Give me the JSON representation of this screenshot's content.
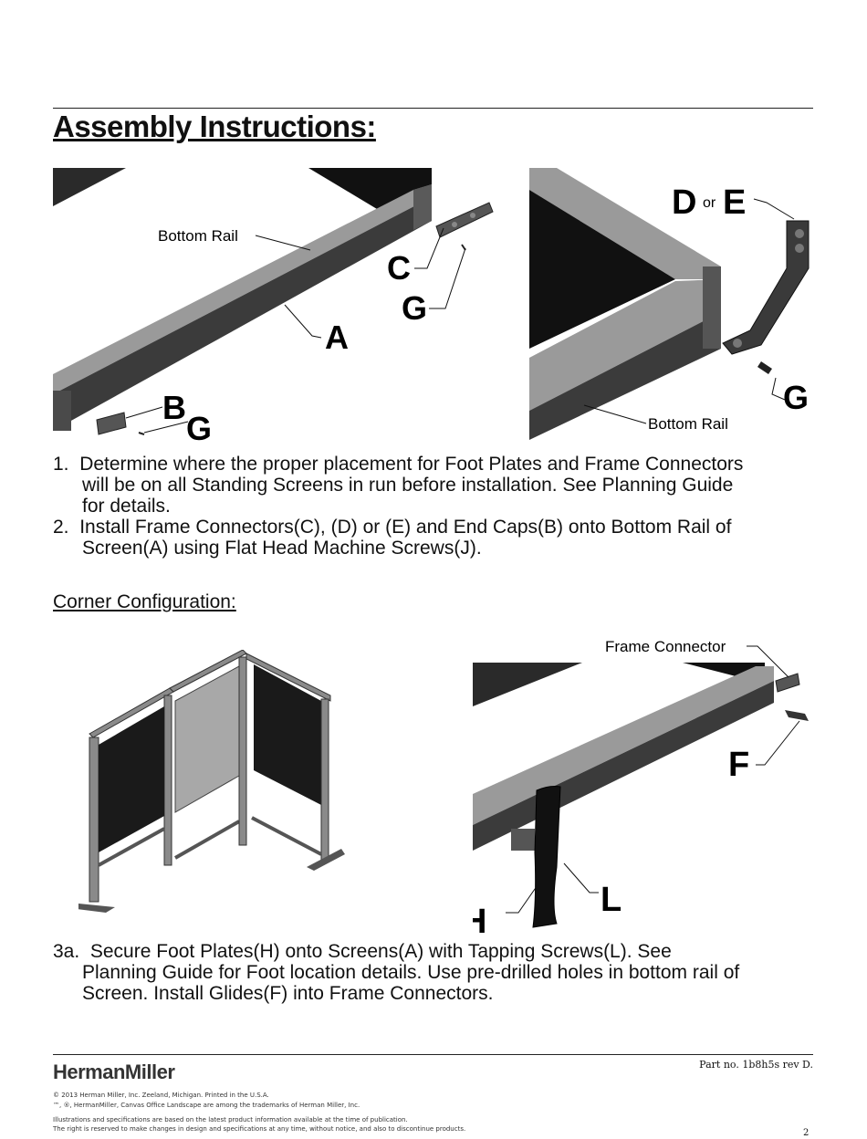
{
  "heading": "Assembly Instructions:",
  "figure1": {
    "labels": {
      "bottom_rail": "Bottom Rail",
      "a": "A",
      "b": "B",
      "c": "C",
      "g1": "G",
      "g2": "G"
    }
  },
  "figure2": {
    "labels": {
      "d": "D",
      "or": "or",
      "e": "E",
      "g": "G",
      "bottom_rail": "Bottom Rail"
    }
  },
  "steps": {
    "step1_num": "1.",
    "step1_line1": "Determine where the proper placement for Foot Plates and Frame Connectors",
    "step1_line2": "will be on all Standing Screens in run before installation.   See Planning Guide",
    "step1_line3": "for details.",
    "step2_num": "2.",
    "step2_line1": "Install Frame Connectors(C), (D) or (E) and End Caps(B) onto Bottom Rail of",
    "step2_line2": "Screen(A) using Flat Head Machine Screws(J).",
    "step3_num": "3a.",
    "step3_line1": "Secure Foot Plates(H) onto Screens(A) with Tapping Screws(L).    See",
    "step3_line2": "Planning Guide for Foot location details.  Use pre-drilled holes in bottom rail of",
    "step3_line3": "Screen.  Install Glides(F) into Frame Connectors."
  },
  "subheading": "Corner Configuration:",
  "figure4": {
    "labels": {
      "frame_connector": "Frame Connector",
      "f": "F",
      "h": "H",
      "l": "L"
    }
  },
  "footer": {
    "brand_bold": "Herman",
    "brand_rest": "Miller",
    "part_no": "Part no. 1b8h5s rev D.",
    "copyright": "© 2013 Herman Miller, Inc. Zeeland, Michigan. Printed in the U.S.A.",
    "trademarks": "™, ®, HermanMiller, Canvas Office Landscape are among the trademarks of Herman Miller, Inc.",
    "disclaimer1": "Illustrations and specifications are based on the latest product information available at the time of publication.",
    "disclaimer2": "The right is reserved to make changes in design and specifications at any time, without notice, and also to discontinue products.",
    "page": "2"
  }
}
